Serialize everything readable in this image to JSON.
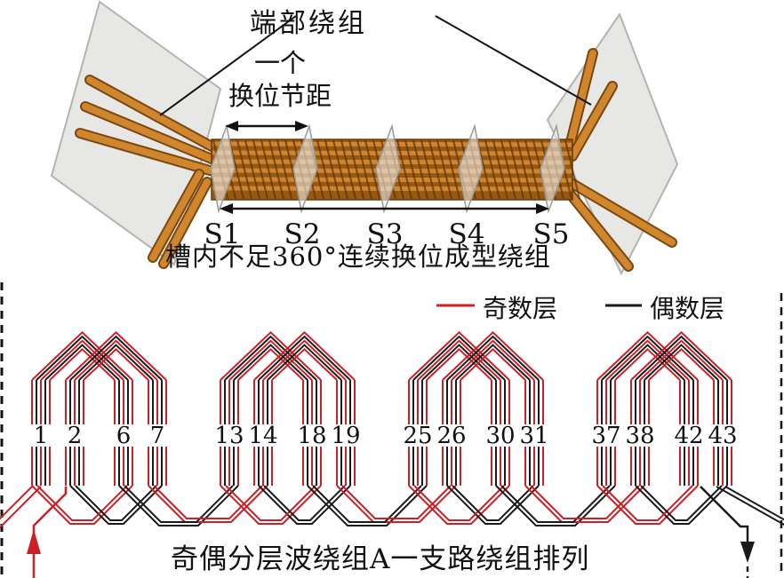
{
  "figure": {
    "top": {
      "end_winding_label": "端部绕组",
      "pitch_label_line1": "一个",
      "pitch_label_line2": "换位节距",
      "section_markers": [
        "S1",
        "S2",
        "S3",
        "S4",
        "S5"
      ],
      "caption": "槽内不足360°连续换位成型绕组"
    },
    "legend": {
      "odd_label": "奇数层",
      "even_label": "偶数层",
      "odd_color": "#cc1f26",
      "even_color": "#1a1a1a"
    },
    "winding": {
      "slot_groups": [
        [
          1,
          2,
          6,
          7
        ],
        [
          13,
          14,
          18,
          19
        ],
        [
          25,
          26,
          30,
          31
        ],
        [
          37,
          38,
          42,
          43
        ]
      ],
      "odd_color": "#cc1f26",
      "even_color": "#1a1a1a",
      "caption": "奇偶分层波绕组A一支路绕组排列"
    }
  }
}
